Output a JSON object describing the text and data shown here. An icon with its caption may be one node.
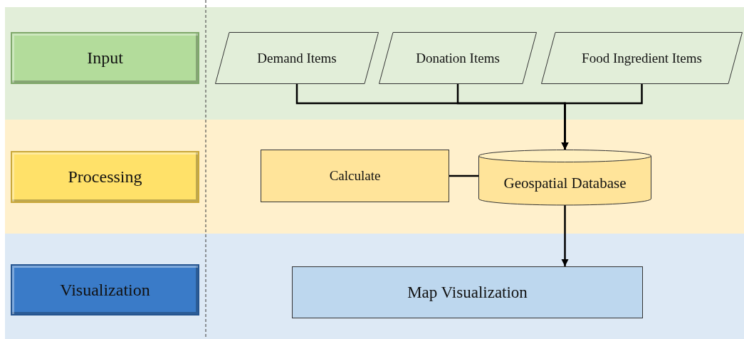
{
  "diagram": {
    "nodes": [
      {
        "text": [
          "Input"
        ]
      },
      {
        "text": [
          "Demand Items"
        ]
      },
      {
        "text": [
          "Donation Items"
        ]
      },
      {
        "text": [
          "Food Ingredient Items"
        ]
      },
      {
        "text": [
          "Processing"
        ]
      },
      {
        "text": [
          "Calculate"
        ]
      },
      {
        "text": [
          "Geospatial Database"
        ]
      },
      {
        "text": [
          "Visualization"
        ]
      },
      {
        "text": [
          "Map Visualization"
        ]
      }
    ],
    "edges": [
      {
        "from": 1,
        "to": 6,
        "arrow": "to"
      },
      {
        "from": 2,
        "to": 6,
        "arrow": "to"
      },
      {
        "from": 3,
        "to": 6,
        "arrow": "to"
      },
      {
        "from": 5,
        "to": 6,
        "arrow": "none"
      },
      {
        "from": 6,
        "to": 8,
        "arrow": "to"
      }
    ]
  }
}
